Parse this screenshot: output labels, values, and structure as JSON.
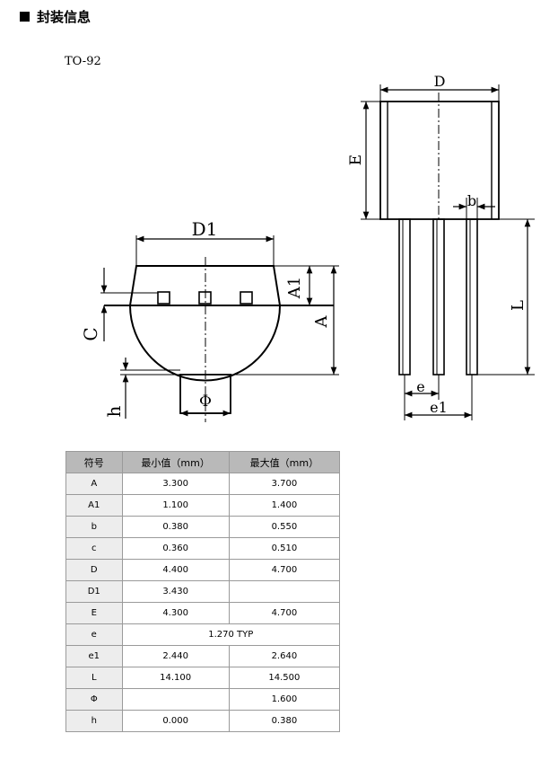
{
  "section_title": "封装信息",
  "package_name": "TO-92",
  "drawing_labels": {
    "D1": "D1",
    "A1": "A1",
    "A": "A",
    "C": "C",
    "h": "h",
    "phi": "Φ",
    "D": "D",
    "E": "E",
    "b": "b",
    "L": "L",
    "e": "e",
    "e1": "e1"
  },
  "table": {
    "headers": [
      "符号",
      "最小值（mm）",
      "最大值（mm）"
    ],
    "rows": [
      {
        "symbol": "A",
        "min": "3.300",
        "max": "3.700"
      },
      {
        "symbol": "A1",
        "min": "1.100",
        "max": "1.400"
      },
      {
        "symbol": "b",
        "min": "0.380",
        "max": "0.550"
      },
      {
        "symbol": "c",
        "min": "0.360",
        "max": "0.510"
      },
      {
        "symbol": "D",
        "min": "4.400",
        "max": "4.700"
      },
      {
        "symbol": "D1",
        "min": "3.430",
        "max": ""
      },
      {
        "symbol": "E",
        "min": "4.300",
        "max": "4.700"
      },
      {
        "symbol": "e",
        "span": "1.270 TYP"
      },
      {
        "symbol": "e1",
        "min": "2.440",
        "max": "2.640"
      },
      {
        "symbol": "L",
        "min": "14.100",
        "max": "14.500"
      },
      {
        "symbol": "Φ",
        "min": "",
        "max": "1.600"
      },
      {
        "symbol": "h",
        "min": "0.000",
        "max": "0.380"
      }
    ]
  }
}
